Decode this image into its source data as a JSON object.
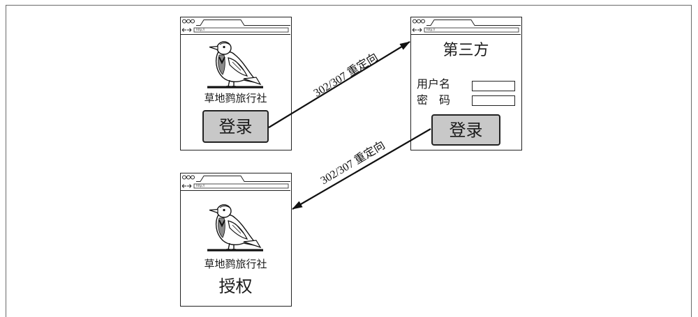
{
  "address_text": "http://",
  "site_window": {
    "site_name": "草地鹨旅行社",
    "login_button": "登录"
  },
  "third_party_window": {
    "title": "第三方",
    "username_label": "用户名",
    "password_label": "密　码",
    "login_button": "登录"
  },
  "authorized_window": {
    "site_name": "草地鹨旅行社",
    "status_text": "授权"
  },
  "arrows": {
    "to_third_party_label": "302/307 重定向",
    "back_to_site_label": "302/307 重定向"
  },
  "icons": {
    "bird": "meadowlark-bird-icon",
    "navigation": "back-forward-arrows-icon",
    "window_controls": "window-controls-icon"
  },
  "colors": {
    "button_fill": "#c8c8c8",
    "ink": "#1a1a1a"
  }
}
